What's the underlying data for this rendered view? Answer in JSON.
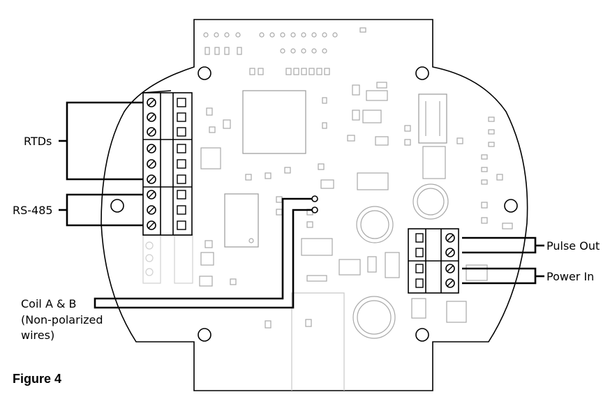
{
  "labels": {
    "rtds": "RTDs",
    "rs485": "RS-485",
    "coil_line1": "Coil A & B",
    "coil_line2": "(Non-polarized",
    "coil_line3": "wires)",
    "pulse_out": "Pulse Out",
    "power_in": "Power In"
  },
  "caption": "Figure 4",
  "colors": {
    "outline": "#000000",
    "faint": "#c8c8c8",
    "component": "#9a9a9a"
  }
}
